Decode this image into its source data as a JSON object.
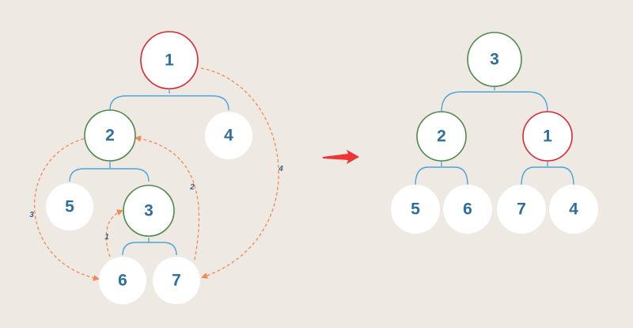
{
  "colors": {
    "background": "#eee9e3",
    "node_fill": "#ffffff",
    "node_text": "#2f6f9f",
    "edge": "#4ea6d8",
    "dashed_path": "#f08a50",
    "step_label": "#3b5f86",
    "highlight_red": "#e02633",
    "highlight_green": "#4e8c4a",
    "transform_arrow": "#ee3434"
  },
  "left_tree": {
    "nodes": [
      {
        "id": "L1",
        "label": "1",
        "border": "red"
      },
      {
        "id": "L2",
        "label": "2",
        "border": "green"
      },
      {
        "id": "L4",
        "label": "4",
        "border": "none"
      },
      {
        "id": "L5",
        "label": "5",
        "border": "none"
      },
      {
        "id": "L3",
        "label": "3",
        "border": "green"
      },
      {
        "id": "L6",
        "label": "6",
        "border": "none"
      },
      {
        "id": "L7",
        "label": "7",
        "border": "none"
      }
    ],
    "edges": [
      [
        "1",
        [
          "2",
          "4"
        ]
      ],
      [
        "2",
        [
          "5",
          "3"
        ]
      ],
      [
        "3",
        [
          "6",
          "7"
        ]
      ]
    ],
    "moves": [
      {
        "step": "1",
        "from": "6",
        "to": "3"
      },
      {
        "step": "2",
        "from": "7",
        "to": "2"
      },
      {
        "step": "3",
        "from": "2",
        "to": "6"
      },
      {
        "step": "4",
        "from": "1",
        "to": "7"
      }
    ]
  },
  "right_tree": {
    "nodes": [
      {
        "id": "R3",
        "label": "3",
        "border": "green"
      },
      {
        "id": "R2",
        "label": "2",
        "border": "green"
      },
      {
        "id": "R1",
        "label": "1",
        "border": "red"
      },
      {
        "id": "R5",
        "label": "5",
        "border": "none"
      },
      {
        "id": "R6",
        "label": "6",
        "border": "none"
      },
      {
        "id": "R7",
        "label": "7",
        "border": "none"
      },
      {
        "id": "R4",
        "label": "4",
        "border": "none"
      }
    ],
    "edges": [
      [
        "3",
        [
          "2",
          "1"
        ]
      ],
      [
        "2",
        [
          "5",
          "6"
        ]
      ],
      [
        "1",
        [
          "7",
          "4"
        ]
      ]
    ]
  }
}
